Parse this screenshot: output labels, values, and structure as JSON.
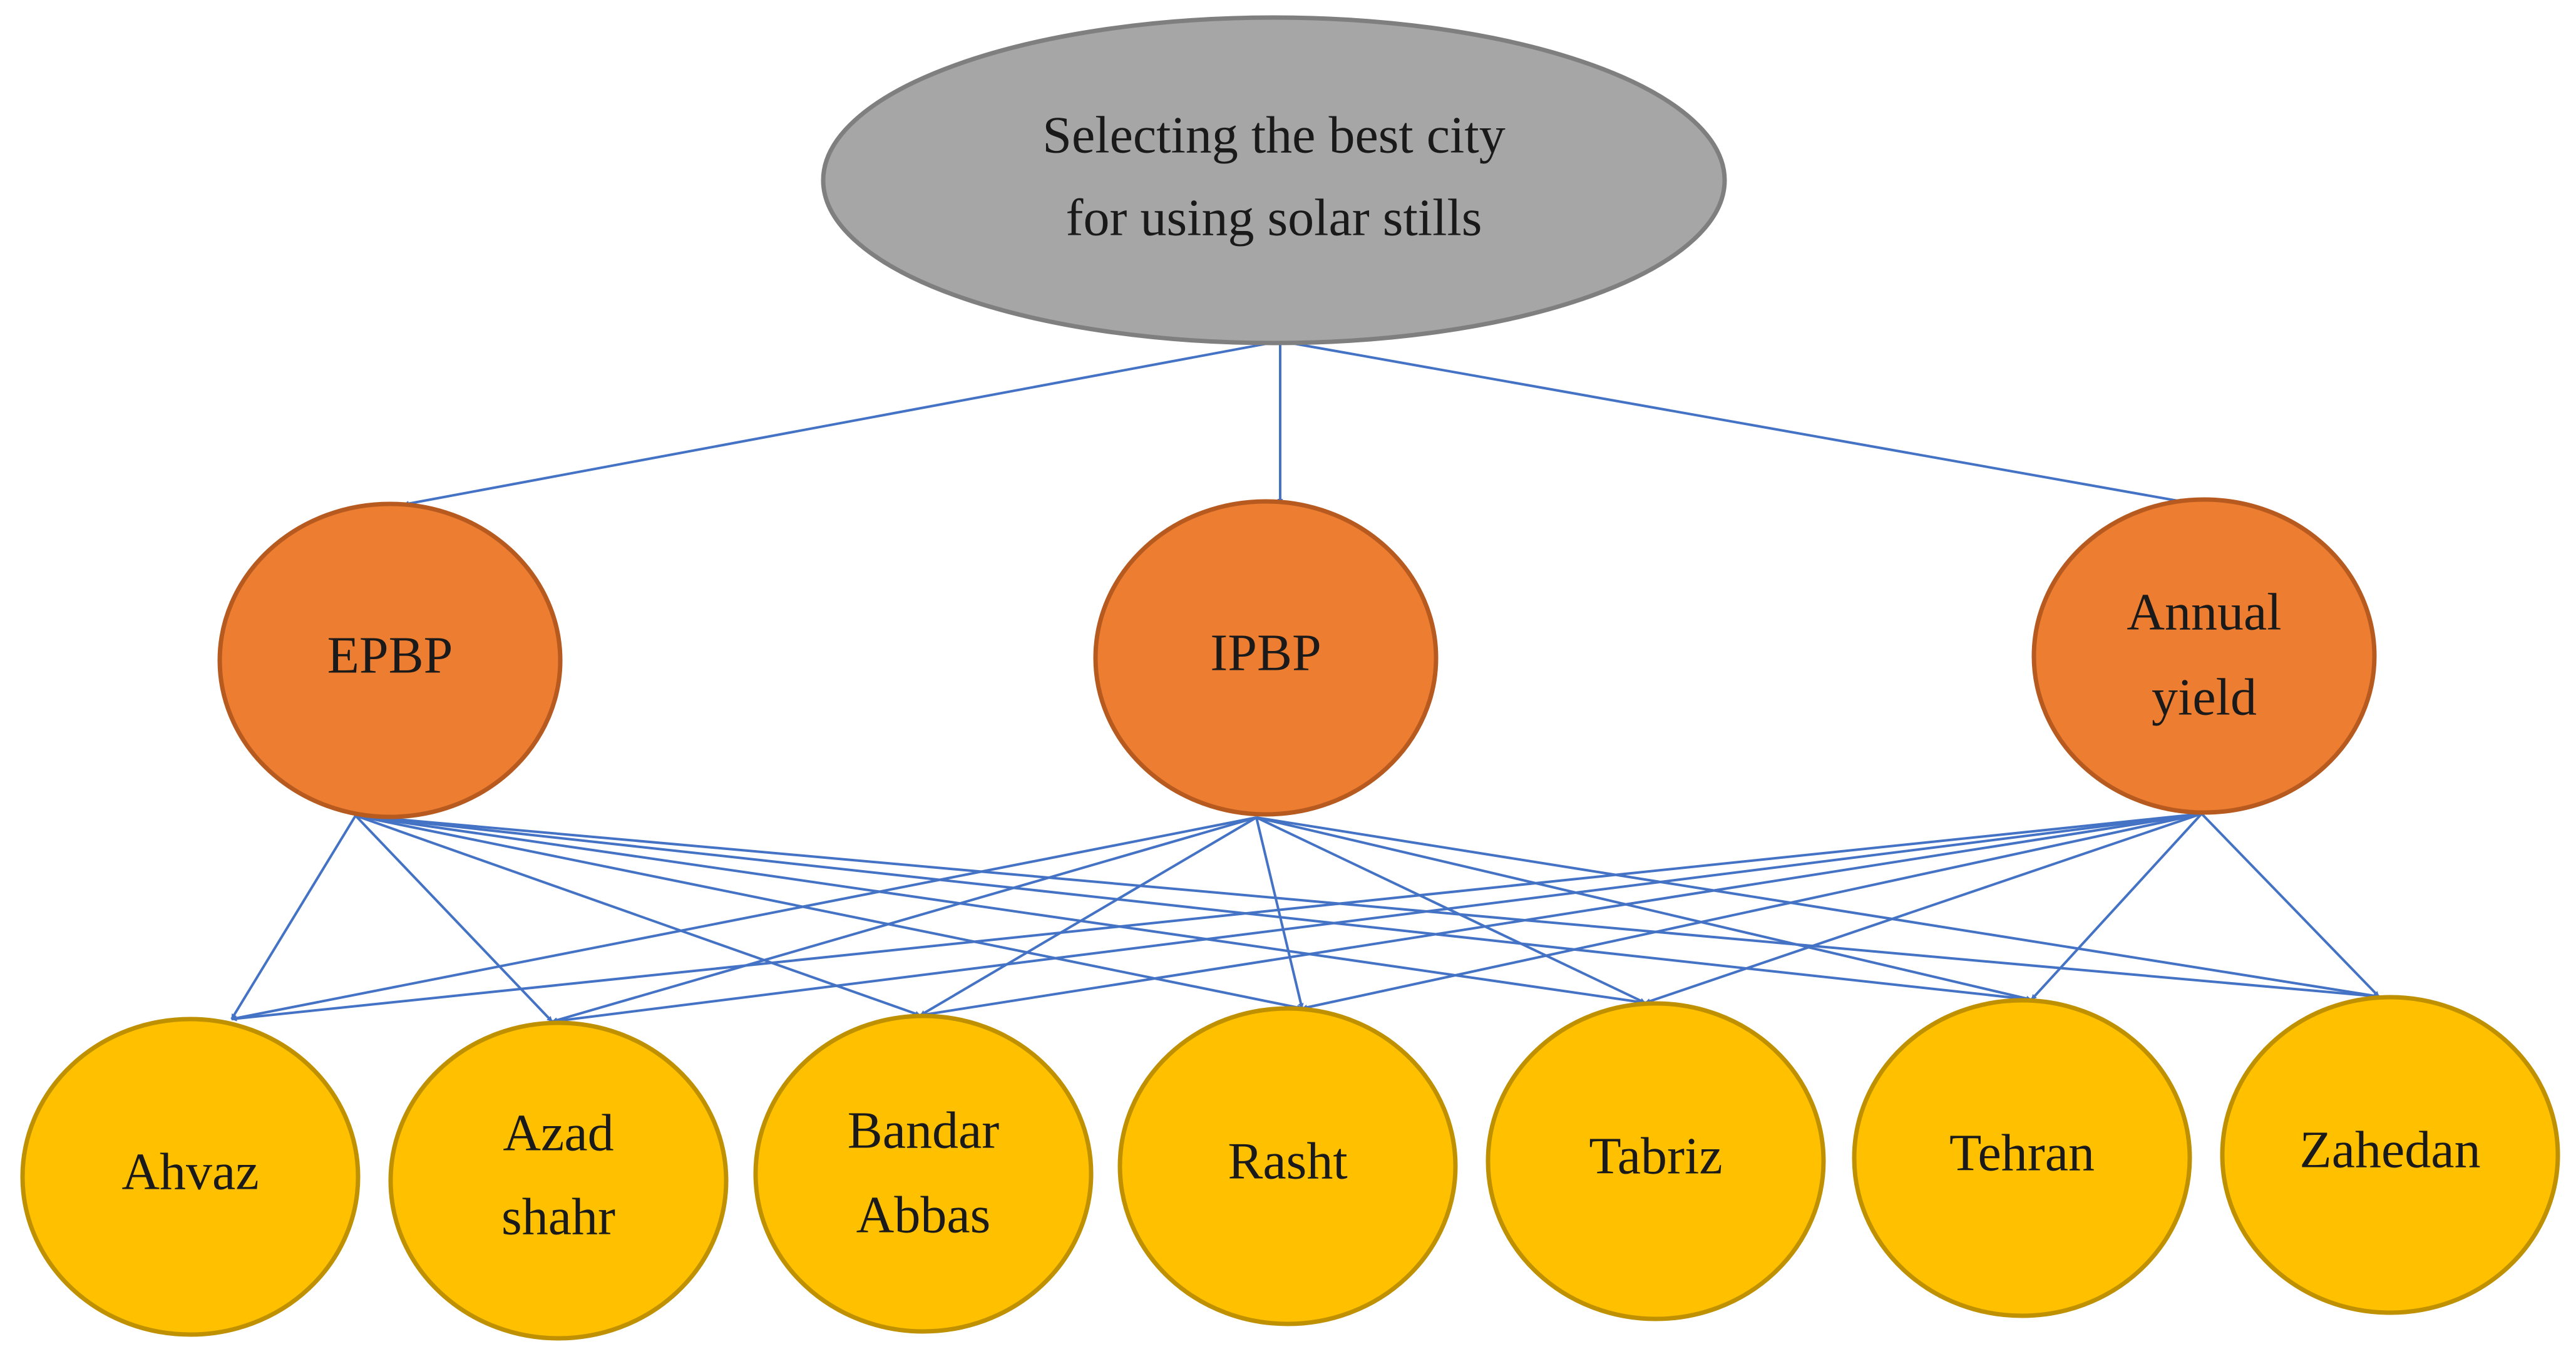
{
  "colors": {
    "goal_fill": "#a6a6a6",
    "goal_stroke": "#7f7f7f",
    "criterion_fill": "#ed7d31",
    "criterion_stroke": "#b75a1f",
    "alternative_fill": "#ffc000",
    "alternative_stroke": "#bf9000",
    "edge": "#4472c4"
  },
  "goal": {
    "label_line1": "Selecting the best city",
    "label_line2": "for using solar stills"
  },
  "criteria": [
    {
      "line1": "EPBP",
      "line2": ""
    },
    {
      "line1": "IPBP",
      "line2": ""
    },
    {
      "line1": "Annual",
      "line2": "yield"
    }
  ],
  "alternatives": [
    {
      "line1": "Ahvaz",
      "line2": ""
    },
    {
      "line1": "Azad",
      "line2": "shahr"
    },
    {
      "line1": "Bandar",
      "line2": "Abbas"
    },
    {
      "line1": "Rasht",
      "line2": ""
    },
    {
      "line1": "Tabriz",
      "line2": ""
    },
    {
      "line1": "Tehran",
      "line2": ""
    },
    {
      "line1": "Zahedan",
      "line2": ""
    }
  ]
}
